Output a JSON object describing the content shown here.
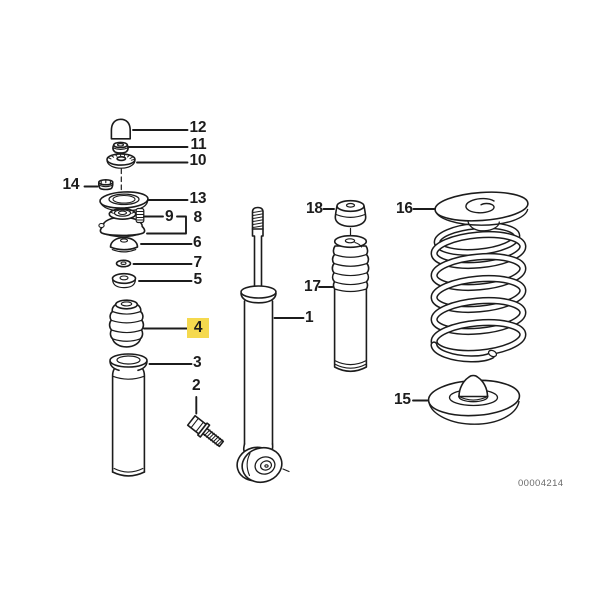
{
  "diagram": {
    "document_number": "00004214",
    "highlighted_callout": "4"
  },
  "colors": {
    "highlight": "#F5D94E",
    "line": "#1c1c1c",
    "bg": "#ffffff"
  },
  "callouts": [
    {
      "ref": "1"
    },
    {
      "ref": "2"
    },
    {
      "ref": "3"
    },
    {
      "ref": "4"
    },
    {
      "ref": "5"
    },
    {
      "ref": "6"
    },
    {
      "ref": "7"
    },
    {
      "ref": "8"
    },
    {
      "ref": "9"
    },
    {
      "ref": "10"
    },
    {
      "ref": "11"
    },
    {
      "ref": "12"
    },
    {
      "ref": "13"
    },
    {
      "ref": "14"
    },
    {
      "ref": "15"
    },
    {
      "ref": "16"
    },
    {
      "ref": "17"
    },
    {
      "ref": "18"
    }
  ]
}
